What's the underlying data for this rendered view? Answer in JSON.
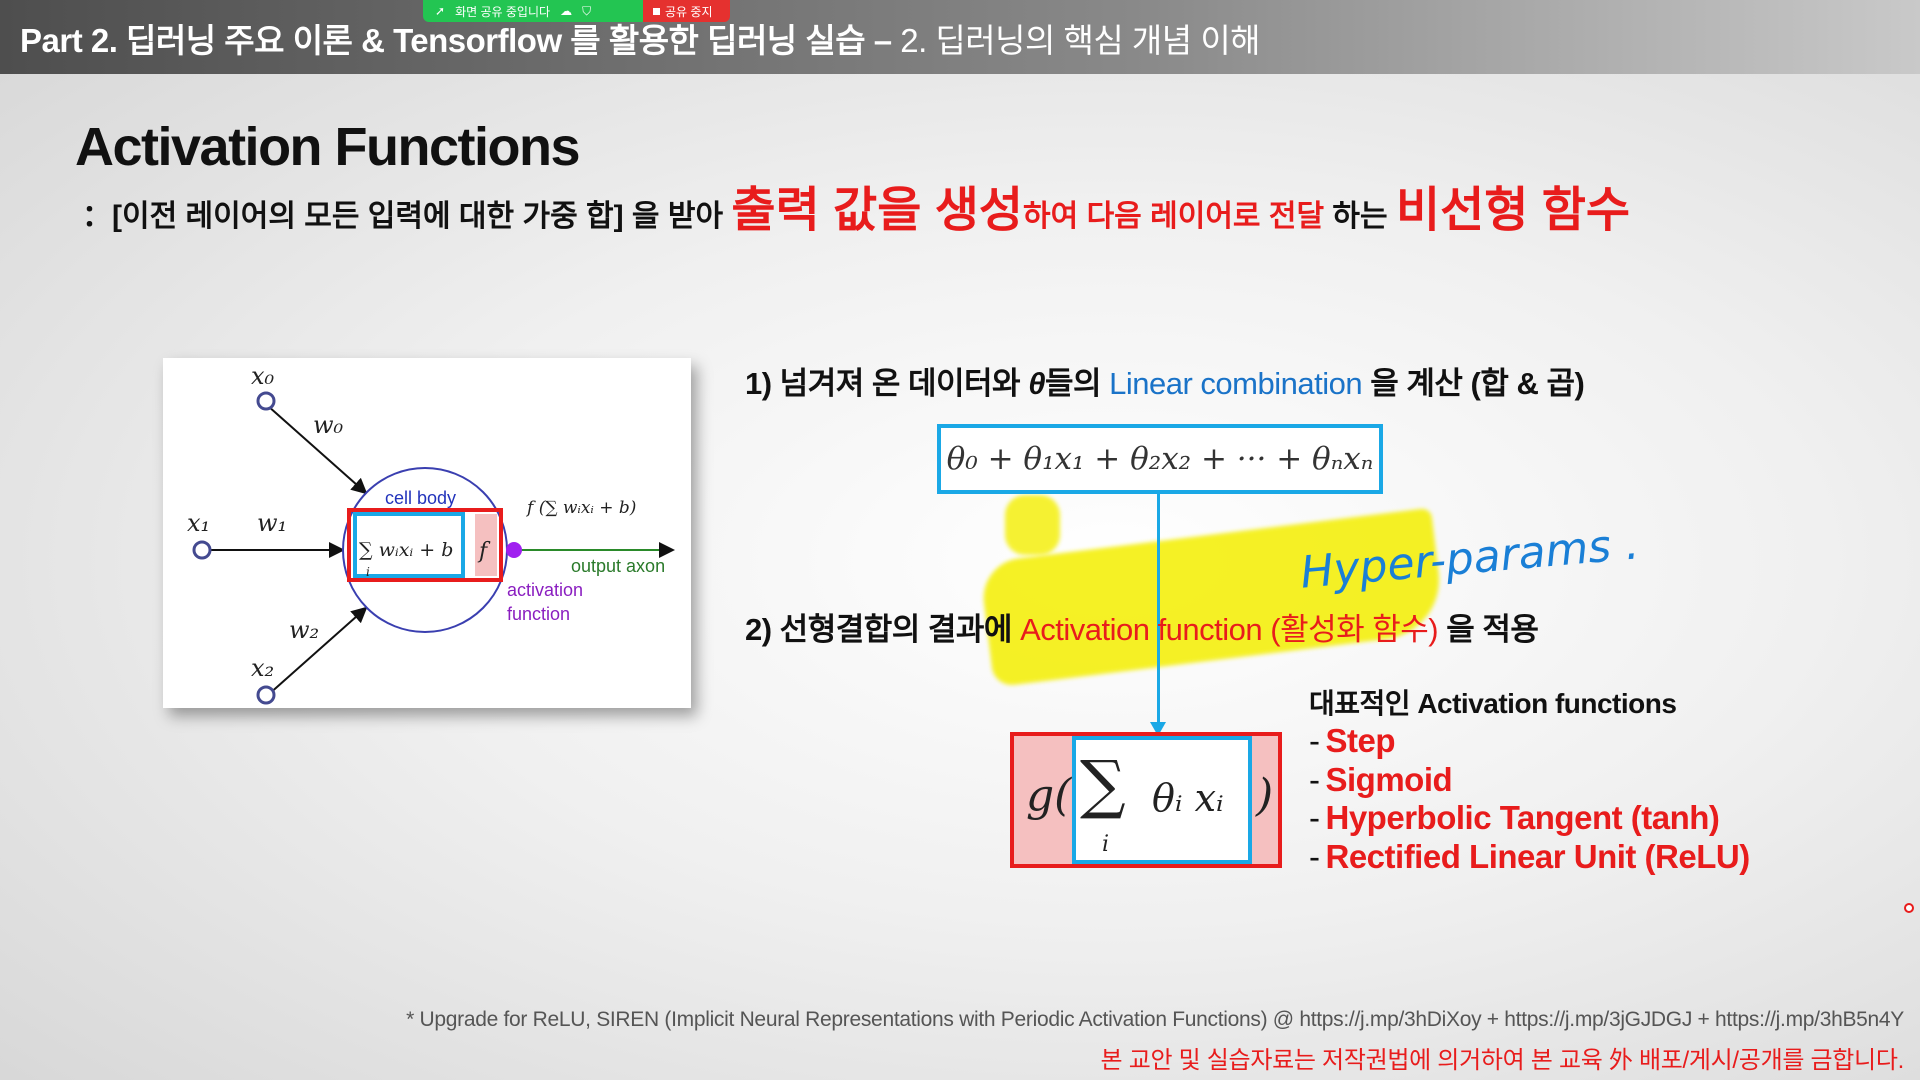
{
  "header": {
    "title_bold": "Part 2. 딥러닝 주요 이론 & Tensorflow 를 활용한 딥러닝 실습 –",
    "title_thin": " 2. 딥러닝의 핵심 개념 이해"
  },
  "share_bar": {
    "status": "화면 공유 중입니다",
    "stop_label": "공유 중지",
    "colors": {
      "sharing": "#23c552",
      "stop": "#e5312f"
    }
  },
  "slide": {
    "title": "Activation Functions",
    "subtitle": {
      "part1": "：[이전 레이어의 모든 입력에 대한 가중 합] 을 받아 ",
      "part2": "출력 값을 생성",
      "part3": "하여 다음 레이어로 전달",
      "part4": " 하는 ",
      "part5": "비선형 함수"
    },
    "neuron": {
      "x0": "x₀",
      "x1": "x₁",
      "x2": "x₂",
      "w0": "w₀",
      "w1": "w₁",
      "w2": "w₂",
      "cell_body": "cell body",
      "sum_expr": "∑ wᵢxᵢ + b",
      "sum_sub": "i",
      "f": "f",
      "f_expr": "f (∑ wᵢxᵢ + b)",
      "output_axon": "output axon",
      "activation": "activation",
      "function": "function"
    },
    "step1": {
      "prefix": "1) 넘겨져 온 데이터와 ",
      "theta": "θ",
      "mid": "들의 ",
      "highlight": "Linear combination",
      "suffix": " 을 계산 (합 & 곱)"
    },
    "formula": "θ₀ + θ₁x₁ + θ₂x₂ + ··· + θₙxₙ",
    "annotation": "Hyper-params .",
    "step2": {
      "prefix": "2) 선형결합의 결과에 ",
      "highlight": "Activation function (활성화 함수)",
      "suffix": " 을 적용"
    },
    "g_formula": {
      "g": "g(",
      "sum": "∑",
      "sub": "i",
      "term": "θᵢ xᵢ",
      "close": ")"
    },
    "list_title": "대표적인 Activation functions",
    "functions": [
      "Step",
      "Sigmoid",
      "Hyperbolic Tangent (tanh)",
      "Rectified Linear Unit (ReLU)"
    ],
    "footnote": "* Upgrade for ReLU, SIREN (Implicit Neural Representations with Periodic Activation Functions) @ https://j.mp/3hDiXoy + https://j.mp/3jGJDGJ + https://j.mp/3hB5n4Y",
    "copyright": "본 교안 및 실습자료는 저작권법에 의거하여 본 교육 外 배포/게시/공개를 금합니다."
  },
  "colors": {
    "accent_red": "#e81c1c",
    "accent_blue": "#1a73c8",
    "box_blue": "#1aa8e6",
    "highlight_yellow": "#f4ef00"
  }
}
